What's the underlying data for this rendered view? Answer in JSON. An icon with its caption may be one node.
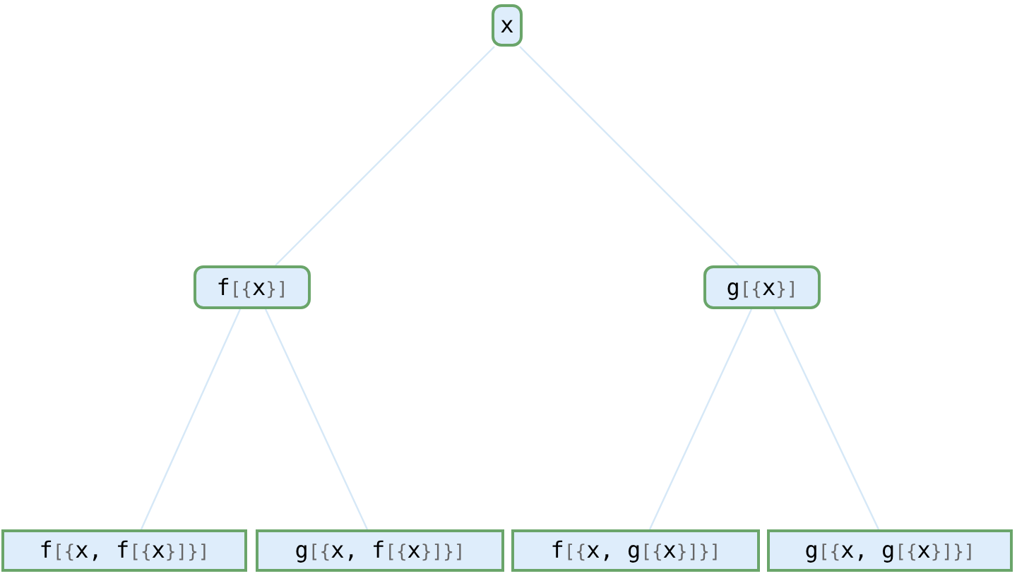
{
  "diagram": {
    "nodes": [
      {
        "text": [
          "x"
        ]
      },
      {
        "text": [
          "f[{x}]"
        ]
      },
      {
        "text": [
          "g[{x}]"
        ]
      },
      {
        "text": [
          "f[{x, f[{x}]}]"
        ]
      },
      {
        "text": [
          "g[{x, f[{x}]}]"
        ]
      },
      {
        "text": [
          "f[{x, g[{x}]}]"
        ]
      },
      {
        "text": [
          "g[{x, g[{x}]}]"
        ]
      }
    ],
    "edges": [
      {
        "from": 0,
        "to": 1,
        "arrow": "none"
      },
      {
        "from": 0,
        "to": 2,
        "arrow": "none"
      },
      {
        "from": 1,
        "to": 3,
        "arrow": "none"
      },
      {
        "from": 1,
        "to": 4,
        "arrow": "none"
      },
      {
        "from": 2,
        "to": 5,
        "arrow": "none"
      },
      {
        "from": 2,
        "to": 6,
        "arrow": "none"
      }
    ]
  }
}
